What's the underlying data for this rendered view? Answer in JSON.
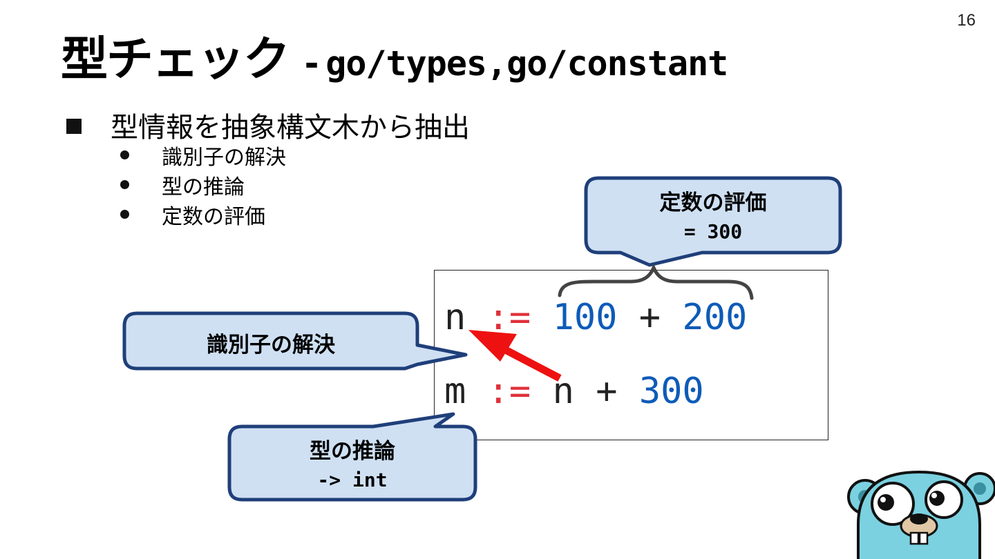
{
  "slide": {
    "page_number": "16",
    "title_main": "型チェック",
    "title_sep": "-",
    "title_sub": "go/types,go/constant"
  },
  "bullets": {
    "main": "型情報を抽象構文木から抽出",
    "items": [
      "識別子の解決",
      "型の推論",
      "定数の評価"
    ]
  },
  "code": {
    "line1": {
      "ident": "n",
      "op": ":=",
      "num1": "100",
      "plus": "+",
      "num2": "200"
    },
    "line2": {
      "ident": "m",
      "op": ":=",
      "ref": "n",
      "plus": "+",
      "num": "300"
    }
  },
  "callouts": {
    "eval": {
      "title": "定数の評価",
      "detail": "= 300"
    },
    "ident": {
      "title": "識別子の解決"
    },
    "infer": {
      "title": "型の推論",
      "detail": "-> int"
    }
  },
  "colors": {
    "callout_fill": "#cfe0f3",
    "callout_border": "#1f3f7a",
    "keyword_red": "#e0303a",
    "number_blue": "#0e5bb8",
    "arrow_red": "#ee1111",
    "gopher_body": "#7bd1e0"
  },
  "icons": {
    "mascot": "gopher-mascot"
  }
}
